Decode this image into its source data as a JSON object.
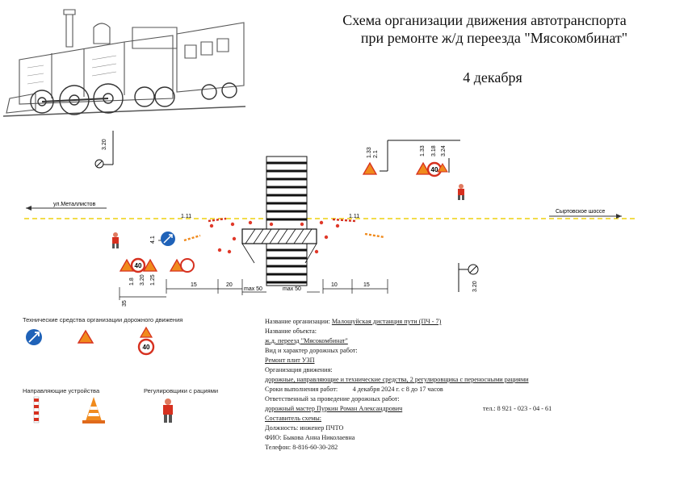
{
  "title": {
    "line1": "Схема организации движения автотранспорта",
    "line2": "при ремонте ж/д переезда \"Мясокомбинат\"",
    "date": "4 декабря"
  },
  "scheme": {
    "road_left_label": "ул.Металлистов",
    "road_right_label": "Сыртовское шоссе",
    "sign_code_left": "1.11",
    "sign_code_right": "1.11",
    "sign_codes_top_left": [
      "3.20"
    ],
    "sign_codes_top_right_a": [
      "1.33",
      "2.1"
    ],
    "sign_codes_top_right_b": [
      "1.33",
      "3.18",
      "3.24"
    ],
    "sign_codes_bottom_left": [
      "1.8",
      "3.20",
      "1.25"
    ],
    "sign_codes_bottom_right": [
      "3.20"
    ],
    "sign_code_mid_left": "4.1",
    "dim_left": [
      "15",
      "20"
    ],
    "dim_left_total": "max 50",
    "dim_right": [
      "10",
      "15"
    ],
    "dim_right_total": "max 50",
    "dim_outer_left": "35",
    "speed_value": "40"
  },
  "legend": {
    "signs_title": "Технические средства организации дорожного движения",
    "speed_value": "40",
    "devices_title": "Направляющие устройства",
    "flagman_title": "Регулировщики с рациями"
  },
  "info": {
    "org_label": "Название организации:",
    "org_value": "Малошуйская дистанция пути  (ПЧ - 7)",
    "object_label": "Название объекта:",
    "object_value": "ж.д. переезд \"Мясокомбинат\"",
    "work_type_label": "Вид и характер дорожных работ:",
    "work_type_value": "Ремонт плит УЗП",
    "traffic_label": "Организация движения:",
    "traffic_value": "дорожные, направляющие и технические средства, 2 регулировщика с переносными рациями",
    "deadline_label": "Сроки выполнения работ:",
    "deadline_value": "4 декабря 2024 г. с 8 до 17 часов",
    "responsible_label": "Ответственный за проведение дорожных работ:",
    "responsible_value": "дорожный мастер Пуркин Роман Александрович",
    "responsible_phone": "тел.: 8 921 - 023 - 04 - 61",
    "author_label": "Составитель схемы:",
    "position": "Должность: инженер ПЧТО",
    "name": "ФИО: Быкова Анна Николаевна",
    "phone": "Телефон: 8-816-60-30-282"
  },
  "colors": {
    "accent_orange": "#f08a1c",
    "sign_red": "#d6301f",
    "sign_blue": "#1f62b8",
    "centerline_yellow": "#f2dc4a"
  }
}
